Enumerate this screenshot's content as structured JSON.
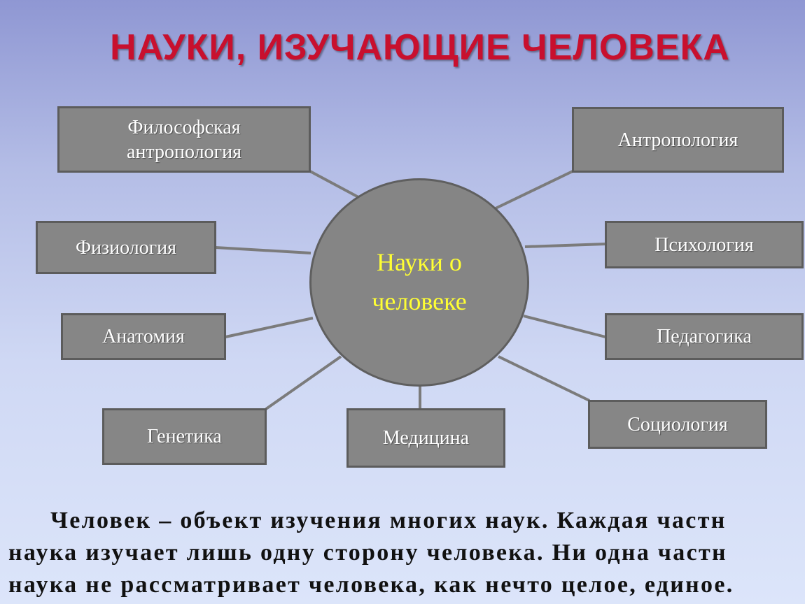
{
  "title": "НАУКИ, ИЗУЧАЮЩИЕ ЧЕЛОВЕКА",
  "center": {
    "line1": "Науки о",
    "line2": "человеке"
  },
  "boxes": {
    "philosophical_anthropology": {
      "line1": "Философская",
      "line2": "антропология"
    },
    "anthropology": "Антропология",
    "physiology": "Физиология",
    "psychology": "Психология",
    "anatomy": "Анатомия",
    "pedagogy": "Педагогика",
    "genetics": "Генетика",
    "medicine": "Медицина",
    "sociology": "Социология"
  },
  "paragraph": {
    "line1": "Человек – объект изучения многих наук. Каждая частн",
    "line2": "наука изучает лишь одну сторону человека. Ни одна частн",
    "line3": "наука не рассматривает человека, как нечто целое, единое."
  },
  "colors": {
    "title": "#c8102e",
    "center_text": "#ffff33",
    "box_fill": "#868686",
    "box_text": "#ffffff"
  }
}
